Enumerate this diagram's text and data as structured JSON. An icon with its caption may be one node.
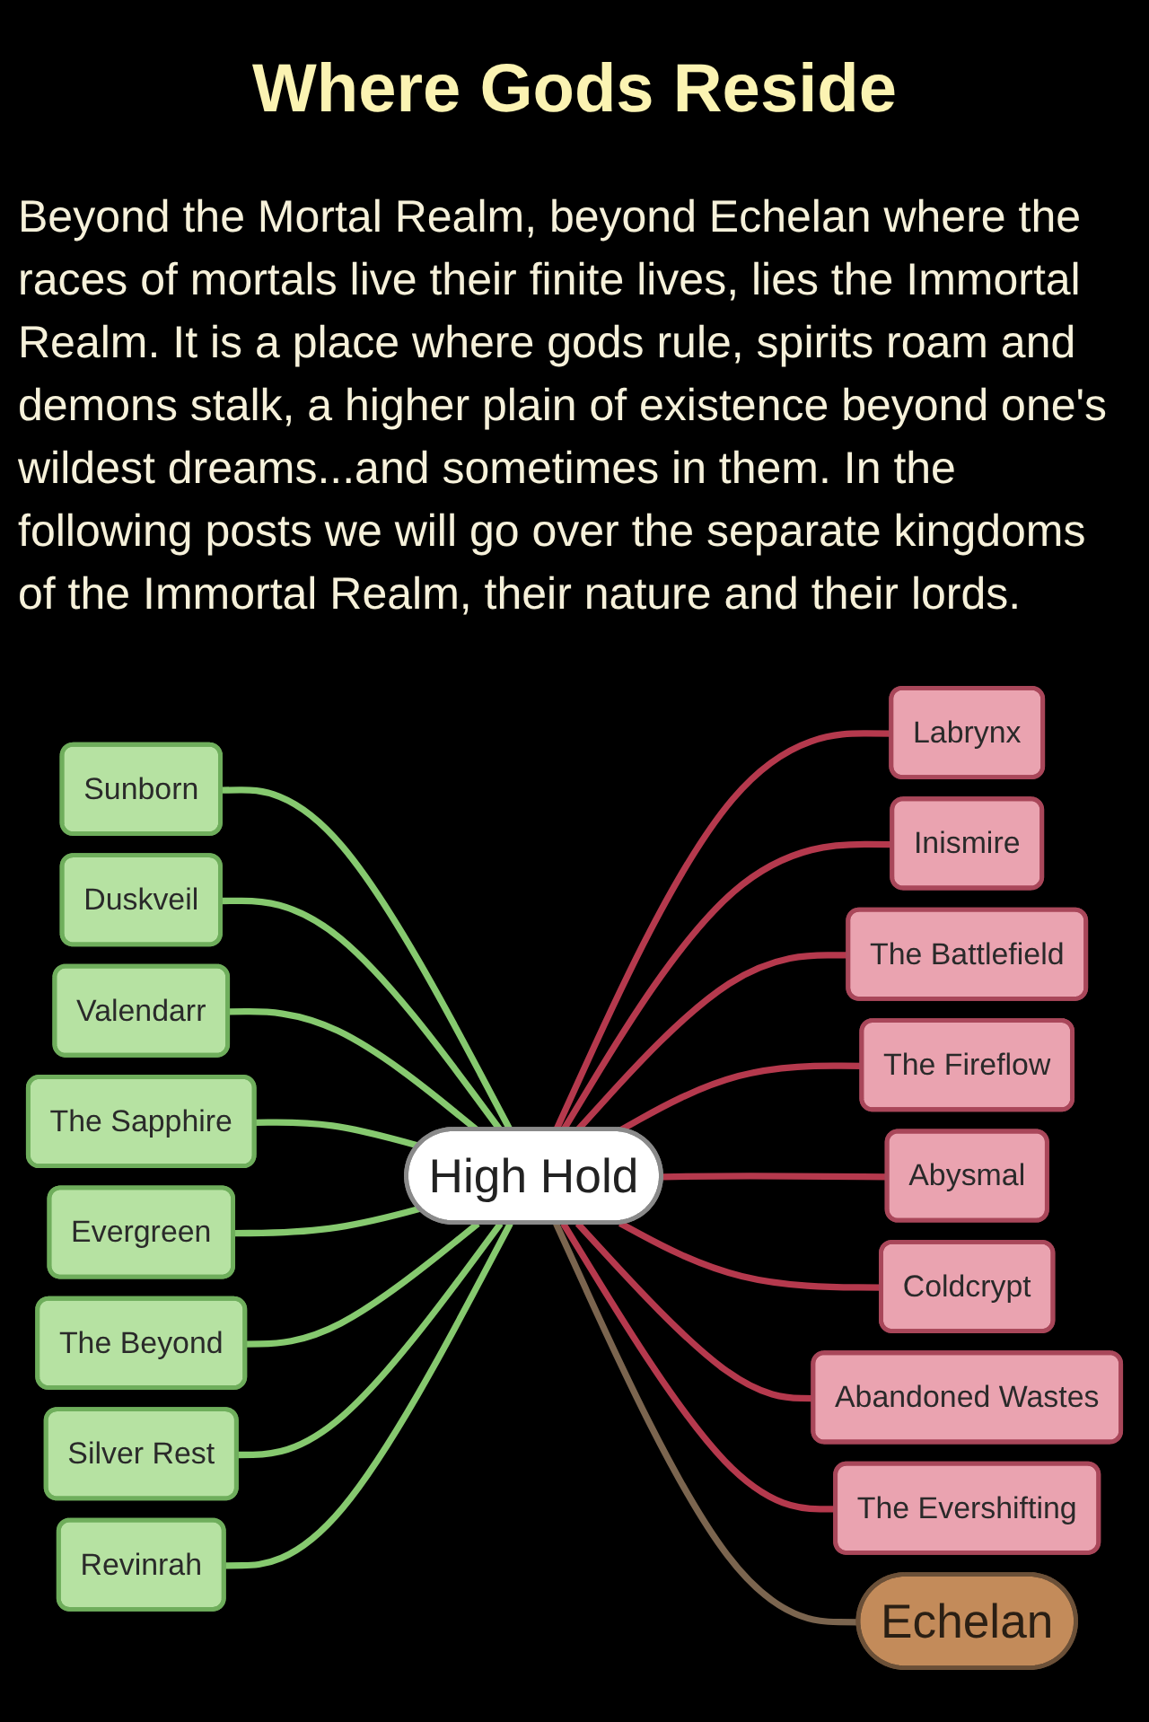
{
  "diagram": {
    "title": "Where Gods Reside",
    "nodes": [
      {
        "text": [
          "High Hold"
        ]
      },
      {
        "text": [
          "Sunborn"
        ]
      },
      {
        "text": [
          "Duskveil"
        ]
      },
      {
        "text": [
          "Valendarr"
        ]
      },
      {
        "text": [
          "The Sapphire"
        ]
      },
      {
        "text": [
          "Evergreen"
        ]
      },
      {
        "text": [
          "The Beyond"
        ]
      },
      {
        "text": [
          "Silver Rest"
        ]
      },
      {
        "text": [
          "Revinrah"
        ]
      },
      {
        "text": [
          "Labrynx"
        ]
      },
      {
        "text": [
          "Inismire"
        ]
      },
      {
        "text": [
          "The Battlefield"
        ]
      },
      {
        "text": [
          "The Fireflow"
        ]
      },
      {
        "text": [
          "Abysmal"
        ]
      },
      {
        "text": [
          "Coldcrypt"
        ]
      },
      {
        "text": [
          "Abandoned Wastes"
        ]
      },
      {
        "text": [
          "The Evershifting"
        ]
      },
      {
        "text": [
          "Echelan"
        ]
      }
    ],
    "edges": [
      {
        "from": 1,
        "to": 0,
        "arrow": "none",
        "color": "#86c96f"
      },
      {
        "from": 2,
        "to": 0,
        "arrow": "none",
        "color": "#86c96f"
      },
      {
        "from": 3,
        "to": 0,
        "arrow": "none",
        "color": "#86c96f"
      },
      {
        "from": 4,
        "to": 0,
        "arrow": "none",
        "color": "#86c96f"
      },
      {
        "from": 5,
        "to": 0,
        "arrow": "none",
        "color": "#86c96f"
      },
      {
        "from": 6,
        "to": 0,
        "arrow": "none",
        "color": "#86c96f"
      },
      {
        "from": 7,
        "to": 0,
        "arrow": "none",
        "color": "#86c96f"
      },
      {
        "from": 8,
        "to": 0,
        "arrow": "none",
        "color": "#86c96f"
      },
      {
        "from": 0,
        "to": 9,
        "arrow": "none",
        "color": "#b5394d"
      },
      {
        "from": 0,
        "to": 10,
        "arrow": "none",
        "color": "#b5394d"
      },
      {
        "from": 0,
        "to": 11,
        "arrow": "none",
        "color": "#b5394d"
      },
      {
        "from": 0,
        "to": 12,
        "arrow": "none",
        "color": "#b5394d"
      },
      {
        "from": 0,
        "to": 13,
        "arrow": "none",
        "color": "#b5394d"
      },
      {
        "from": 0,
        "to": 14,
        "arrow": "none",
        "color": "#b5394d"
      },
      {
        "from": 0,
        "to": 15,
        "arrow": "none",
        "color": "#b5394d"
      },
      {
        "from": 0,
        "to": 16,
        "arrow": "none",
        "color": "#b5394d"
      },
      {
        "from": 0,
        "to": 17,
        "arrow": "none",
        "color": "#7b654f"
      }
    ],
    "labels": [
      "Beyond the Mortal Realm, beyond Echelan where the races of mortals live their finite lives, lies the Immortal Realm. It is a place where gods rule, spirits roam and demons stalk, a higher plain of existence beyond one's wildest dreams...and sometimes in them. In the following posts we will go over the separate kingdoms of the Immortal Realm, their nature and their lords."
    ]
  }
}
